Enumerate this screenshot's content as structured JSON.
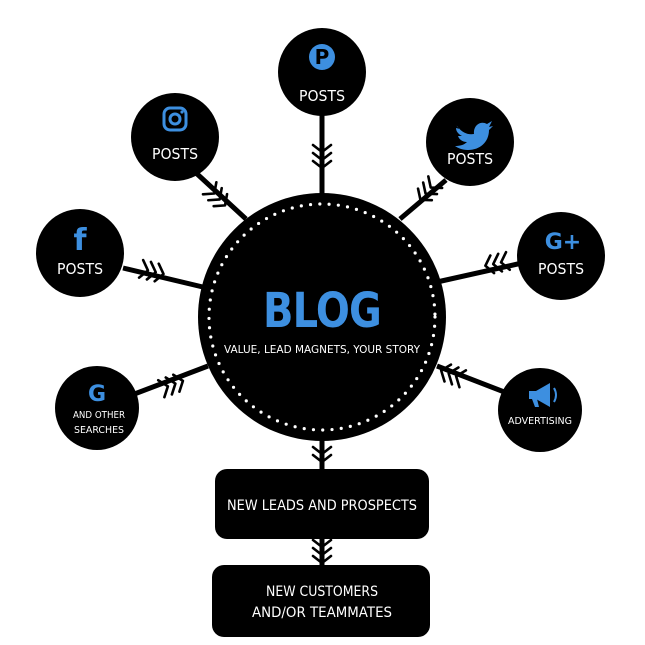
{
  "hub": {
    "title": "BLOG",
    "subtitle": "VALUE, LEAD MAGNETS, YOUR STORY"
  },
  "channels": {
    "pinterest": {
      "label": "POSTS",
      "icon": "pinterest-icon"
    },
    "instagram": {
      "label": "POSTS",
      "icon": "instagram-icon"
    },
    "twitter": {
      "label": "POSTS",
      "icon": "twitter-icon"
    },
    "facebook": {
      "label": "POSTS",
      "icon": "facebook-icon"
    },
    "googleplus": {
      "label": "POSTS",
      "icon": "google-plus-icon",
      "icon_text": "G+"
    },
    "google": {
      "label_line1": "AND OTHER",
      "label_line2": "SEARCHES",
      "icon": "google-icon",
      "icon_text": "G"
    },
    "advertising": {
      "label": "ADVERTISING",
      "icon": "megaphone-icon"
    }
  },
  "outcomes": {
    "leads": "NEW LEADS AND PROSPECTS",
    "customers_line1": "NEW CUSTOMERS",
    "customers_line2": "AND/OR TEAMMATES"
  },
  "colors": {
    "node": "#000000",
    "accent": "#3d8fe0",
    "text": "#ffffff",
    "background": "#ffffff"
  }
}
